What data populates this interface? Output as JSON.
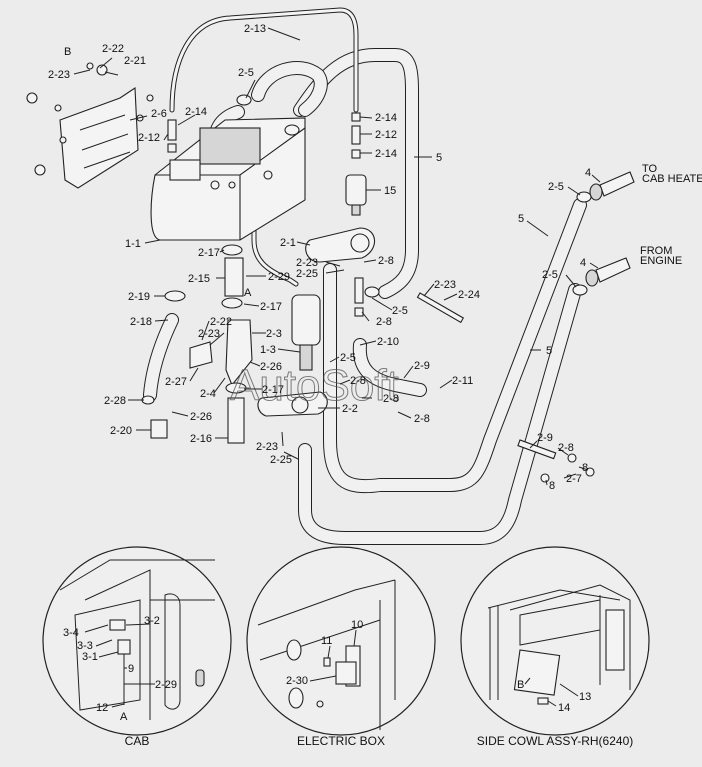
{
  "watermark": "AutoSoft",
  "labels": {
    "l2_13": "2-13",
    "l_B": "B",
    "l2_22a": "2-22",
    "l2_21": "2-21",
    "l2_23a": "2-23",
    "l2_6": "2-6",
    "l2_5a": "2-5",
    "l2_14a": "2-14",
    "l2_12a": "2-12",
    "l2_14b": "2-14",
    "l2_12b": "2-12",
    "l2_14c": "2-14",
    "l5a": "5",
    "l15": "15",
    "l4a": "4",
    "to1": "TO",
    "to2": "CAB HEATER",
    "l2_5b": "2-5",
    "l5b": "5",
    "l1_1": "1-1",
    "l2_1": "2-1",
    "l2_17a": "2-17",
    "l2_23b": "2-23",
    "l2_8a": "2-8",
    "l2_25a": "2-25",
    "l2_15": "2-15",
    "l2_29": "2-29",
    "l_A": "A",
    "from1": "FROM",
    "from2": "ENGINE",
    "l4b": "4",
    "l2_5c": "2-5",
    "l2_23c": "2-23",
    "l2_24": "2-24",
    "l2_19": "2-19",
    "l2_17b": "2-17",
    "l2_5d": "2-5",
    "l2_18": "2-18",
    "l2_22b": "2-22",
    "l2_8b": "2-8",
    "l2_23d": "2-23",
    "l2_3": "2-3",
    "l1_3": "1-3",
    "l2_10": "2-10",
    "l5c": "5",
    "l2_27": "2-27",
    "l2_4": "2-4",
    "l2_26a": "2-26",
    "l2_5e": "2-5",
    "l2_9a": "2-9",
    "l2_8c": "2-8",
    "l2_11": "2-11",
    "l2_17c": "2-17",
    "l2_28": "2-28",
    "l2_8d": "2-8",
    "l2_26b": "2-26",
    "l2_2": "2-2",
    "l2_8e": "2-8",
    "l2_20": "2-20",
    "l2_16": "2-16",
    "l2_23e": "2-23",
    "l2_25b": "2-25",
    "l2_9b": "2-9",
    "l2_8f": "2-8",
    "l8a": "8",
    "l2_7": "2-7",
    "l8b": "8"
  },
  "insets": {
    "cab": {
      "caption": "CAB",
      "labels": {
        "c3_4": "3-4",
        "c3_2": "3-2",
        "c3_3": "3-3",
        "c3_1": "3-1",
        "c9": "9",
        "c2_29": "2-29",
        "c12": "12",
        "cA": "A"
      }
    },
    "electric_box": {
      "caption": "ELECTRIC BOX",
      "labels": {
        "e10": "10",
        "e11": "11",
        "e2_30": "2-30"
      }
    },
    "side_cowl": {
      "caption": "SIDE COWL ASSY-RH(6240)",
      "labels": {
        "sB": "B",
        "s13": "13",
        "s14": "14"
      }
    }
  }
}
